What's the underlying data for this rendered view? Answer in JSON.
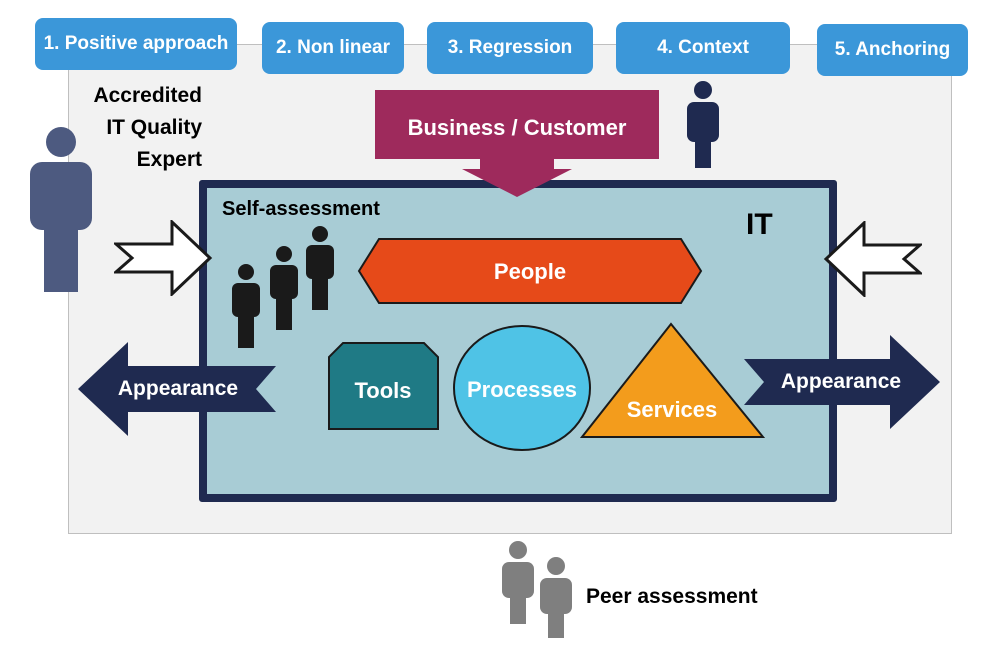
{
  "tabs": [
    {
      "label": "1. Positive approach"
    },
    {
      "label": "2. Non linear"
    },
    {
      "label": "3. Regression"
    },
    {
      "label": "4. Context"
    },
    {
      "label": "5. Anchoring"
    }
  ],
  "expert": {
    "lines": [
      "Accredited",
      "IT Quality",
      "Expert"
    ]
  },
  "business": {
    "label": "Business / Customer"
  },
  "it": {
    "title": "IT",
    "self_assessment": "Self-assessment"
  },
  "shapes": {
    "people": "People",
    "tools": "Tools",
    "processes": "Processes",
    "services": "Services"
  },
  "appearance": {
    "left": "Appearance",
    "right": "Appearance"
  },
  "peer": {
    "label": "Peer assessment"
  },
  "colors": {
    "tab": "#3b97d9",
    "business": "#9e2a5c",
    "it_border": "#1f2a50",
    "it_fill": "#a8ccd5",
    "people": "#e64a19",
    "tools": "#1f7a85",
    "processes": "#4fc3e6",
    "services": "#f39c1c",
    "appearance_arrow": "#1f2a50"
  }
}
